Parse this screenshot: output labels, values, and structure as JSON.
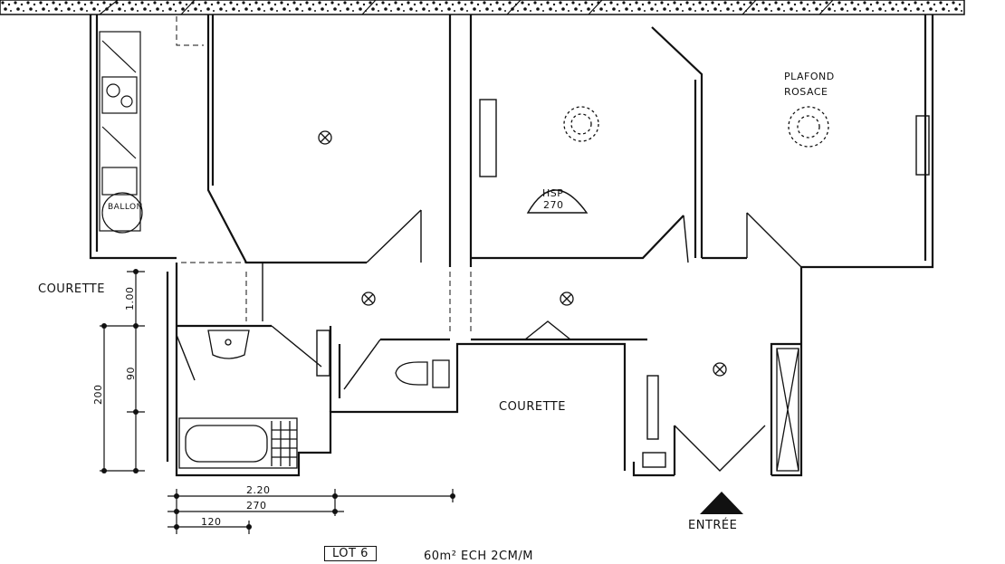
{
  "labels": {
    "courette_left": "COURETTE",
    "courette_center": "COURETTE",
    "plafond_line1": "PLAFOND",
    "plafond_line2": "ROSACE",
    "hsp_line1": "HSP",
    "hsp_line2": "270",
    "ballon": "BALLON",
    "entree": "ENTRÉE",
    "lot": "LOT 6",
    "area_note": "60m²  ECH 2CM/M"
  },
  "dimensions": {
    "d_100": "1.00",
    "d_90": "90",
    "d_200": "200",
    "d_220": "2.20",
    "d_270": "270",
    "d_120": "120"
  },
  "colors": {
    "ink": "#111111",
    "paper": "#ffffff"
  }
}
